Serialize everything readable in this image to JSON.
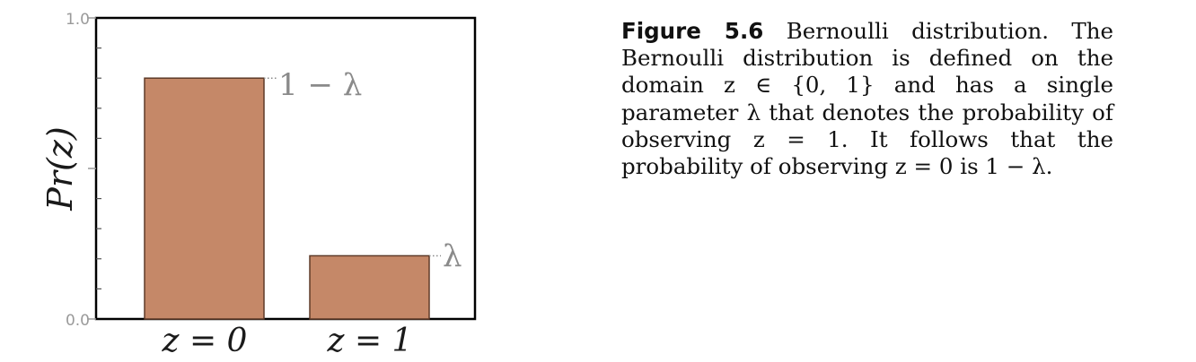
{
  "chart_data": {
    "type": "bar",
    "categories": [
      "z = 0",
      "z = 1"
    ],
    "values": [
      0.8,
      0.21
    ],
    "bar_labels": [
      "1 − λ",
      "λ"
    ],
    "ylabel": "Pr(z)",
    "ylim": [
      0,
      1
    ],
    "y_tick_labels": [
      "0.0",
      "1.0"
    ],
    "grid": false,
    "legend": null,
    "colors": {
      "bar_fill": "#c58868",
      "bar_stroke": "#5e3a28",
      "axis": "#000000"
    }
  },
  "caption": {
    "label": "Figure 5.6",
    "text": "Bernoulli distribution. The Bernoulli distribution is defined on the domain z ∈ {0, 1} and has a single parameter λ that denotes the probability of observing z = 1. It follows that the probability of observing z = 0 is 1 − λ."
  }
}
